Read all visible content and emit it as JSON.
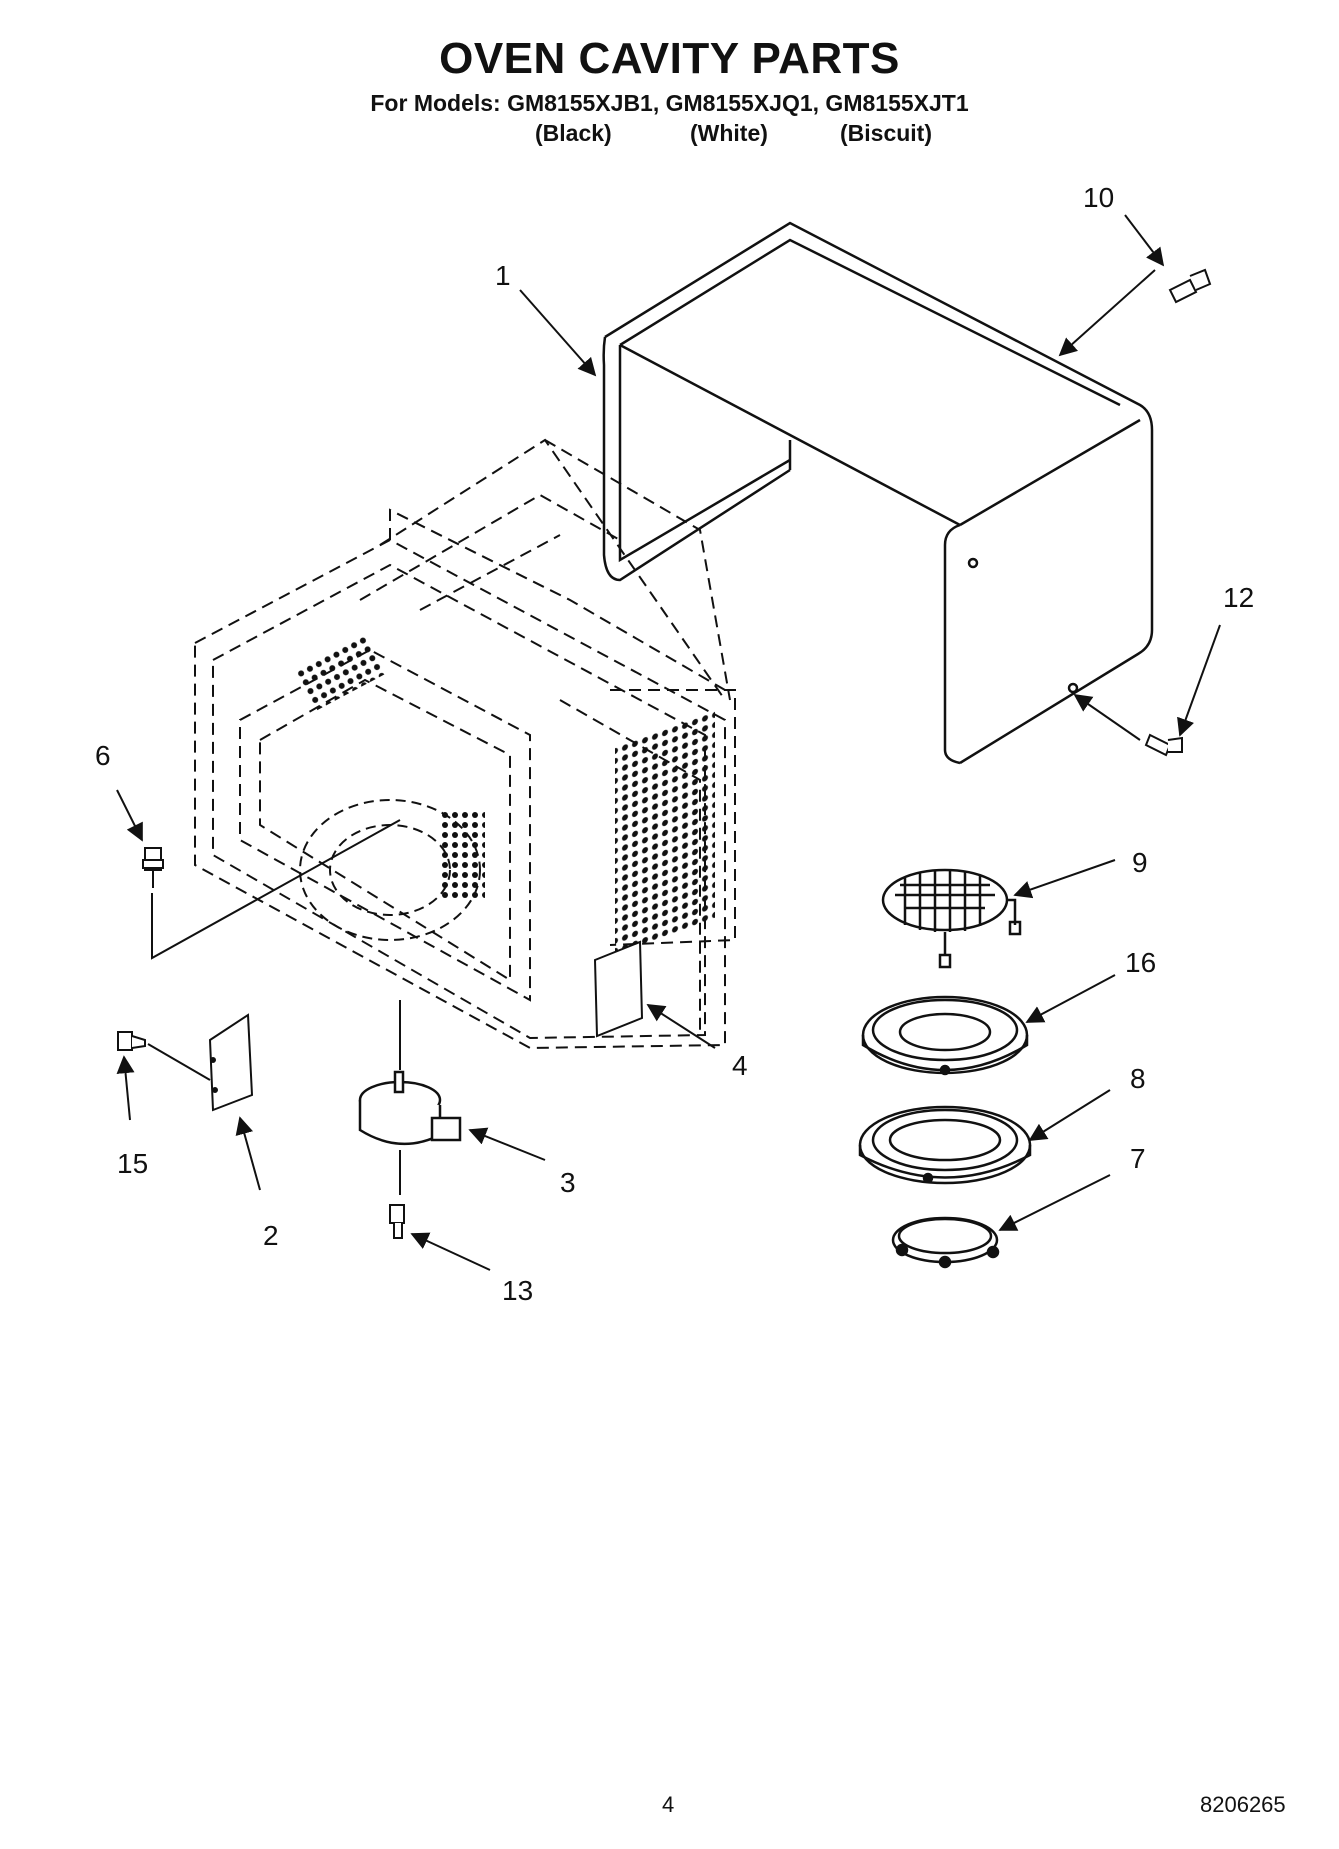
{
  "title": "OVEN CAVITY PARTS",
  "models_line": "For Models: GM8155XJB1, GM8155XJQ1, GM8155XJT1",
  "variants": [
    "(Black)",
    "(White)",
    "(Biscuit)"
  ],
  "callouts": [
    "1",
    "2",
    "3",
    "4",
    "6",
    "7",
    "8",
    "9",
    "10",
    "12",
    "13",
    "15",
    "16"
  ],
  "page_number": "4",
  "doc_number": "8206265"
}
